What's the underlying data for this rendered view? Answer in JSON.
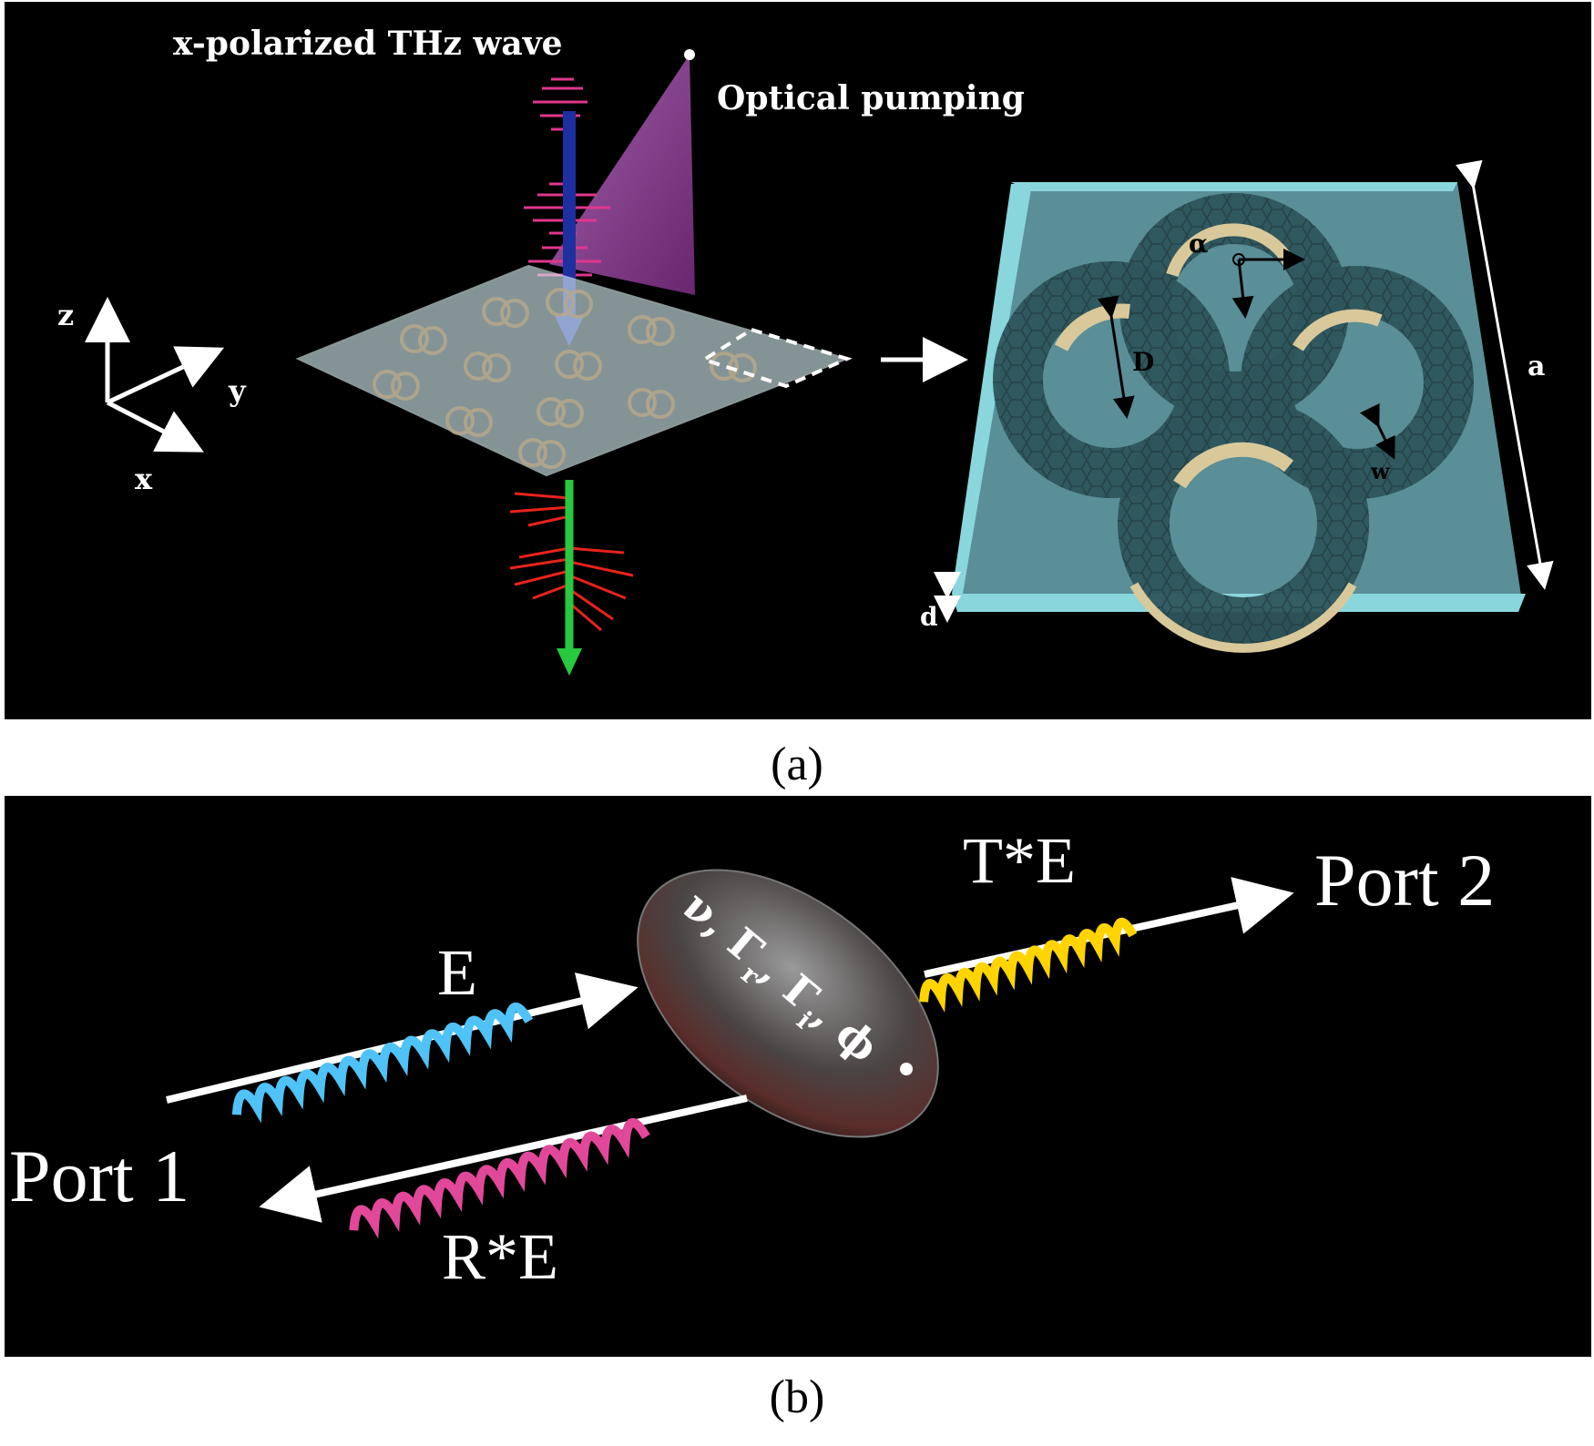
{
  "panel_a": {
    "caption": "(a)",
    "wave_label": "x-polarized THz wave",
    "pump_label": "Optical pumping",
    "axes": {
      "z": "z",
      "y": "y",
      "x": "x"
    },
    "unit_cell_labels": {
      "alpha": "α",
      "D": "D",
      "w": "w",
      "a": "a",
      "d": "d"
    }
  },
  "panel_b": {
    "caption": "(b)",
    "incident": "E",
    "transmitted": "T*E",
    "reflected": "R*E",
    "port1": "Port 1",
    "port2": "Port 2",
    "params": [
      "ν, Γ",
      "r",
      ", Γ",
      "i",
      ", ϕ"
    ]
  },
  "colors": {
    "background": "#000000",
    "substrate": "#5a8f97",
    "substrate_edge": "#8ad6dd",
    "incident_spring": "#4fc3f7",
    "reflected_spring": "#e2489a",
    "transmitted_spring": "#ffd400",
    "pump_beam": "#a34ea8",
    "thz_arrow": "#1e2fa0",
    "output_arrow": "#27c93f"
  }
}
